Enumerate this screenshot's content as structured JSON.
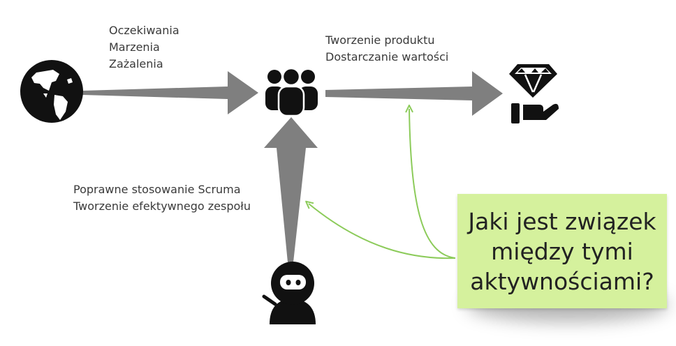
{
  "labels": {
    "input": [
      "Oczekiwania",
      "Marzenia",
      "Zażalenia"
    ],
    "output": [
      "Tworzenie produktu",
      "Dostarczanie wartości"
    ],
    "scrum": [
      "Poprawne stosowanie Scruma",
      "Tworzenie efektywnego zespołu"
    ]
  },
  "sticky_note": {
    "text": "Jaki jest związek między tymi aktywnościami?",
    "color": "#d5f19d"
  },
  "icons": {
    "world": "globe-icon",
    "team": "team-icon",
    "value": "diamond-in-hand-icon",
    "scrum_master": "ninja-icon"
  },
  "colors": {
    "arrow": "#7f7f7f",
    "connector": "#8ccb5a",
    "icon": "#111111"
  }
}
